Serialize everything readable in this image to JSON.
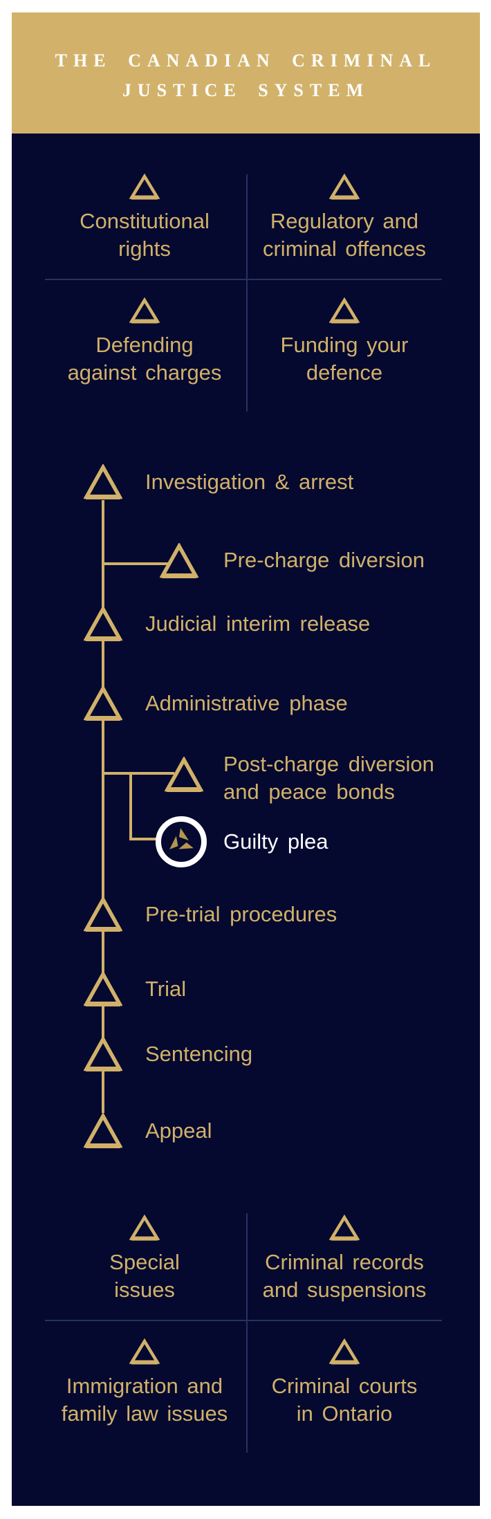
{
  "title": {
    "line1": "THE CANADIAN CRIMINAL",
    "line2": "JUSTICE SYSTEM"
  },
  "colors": {
    "banner_gold": "#d2b26b",
    "accent_gold": "#d1b169",
    "logo_gold": "#b5954f",
    "background_navy": "#050930",
    "divider_blue": "#26335f",
    "title_white": "#ffffff",
    "page_white": "#ffffff"
  },
  "top_grid": {
    "items": [
      {
        "line1": "Constitutional",
        "line2": "rights"
      },
      {
        "line1": "Regulatory and",
        "line2": "criminal offences"
      },
      {
        "line1": "Defending",
        "line2": "against charges"
      },
      {
        "line1": "Funding your",
        "line2": "defence"
      }
    ]
  },
  "flow": {
    "items": [
      {
        "label": "Investigation & arrest",
        "type": "main"
      },
      {
        "label": "Pre-charge diversion",
        "type": "branch"
      },
      {
        "label": "Judicial interim release",
        "type": "main"
      },
      {
        "label": "Administrative phase",
        "type": "main"
      },
      {
        "line1": "Post-charge diversion",
        "line2": "and peace bonds",
        "type": "branch"
      },
      {
        "label": "Guilty plea",
        "type": "branch-logo"
      },
      {
        "label": "Pre-trial procedures",
        "type": "main"
      },
      {
        "label": "Trial",
        "type": "main"
      },
      {
        "label": "Sentencing",
        "type": "main"
      },
      {
        "label": "Appeal",
        "type": "main"
      }
    ]
  },
  "bottom_grid": {
    "items": [
      {
        "line1": "Special",
        "line2": "issues"
      },
      {
        "line1": "Criminal records",
        "line2": "and suspensions"
      },
      {
        "line1": "Immigration and",
        "line2": "family law issues"
      },
      {
        "line1": "Criminal courts",
        "line2": "in Ontario"
      }
    ]
  }
}
